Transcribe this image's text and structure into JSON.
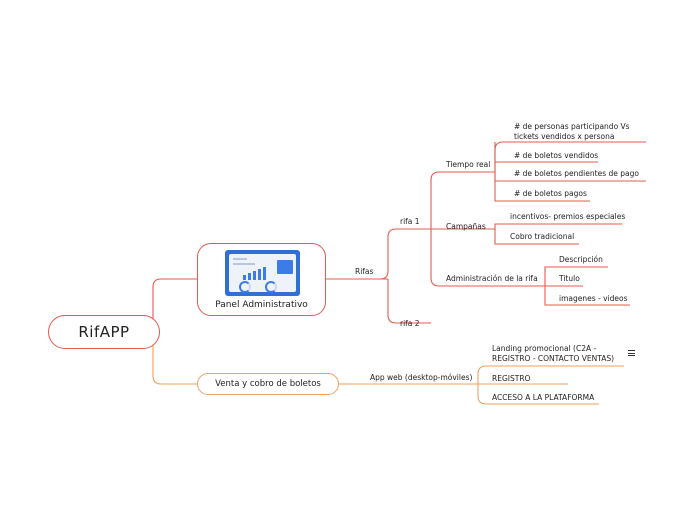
{
  "root": "RifAPP",
  "panel_label": "Panel Administrativo",
  "venta_label": "Venta y cobro de boletos",
  "rifas": "Rifas",
  "rifa1": "rifa 1",
  "rifa2": "rifa 2",
  "tiempo_real": "Tiempo real",
  "tiempo_items": [
    "# de personas participando Vs tickets vendidos x persona",
    "# de boletos vendidos",
    "# de boletos pendientes de pago",
    "# de boletos pagos"
  ],
  "campanas": "Campañas",
  "campanas_items": [
    "incentivos- premios especiales",
    "Cobro tradicional"
  ],
  "admin_rifa": "Administración de la rifa",
  "admin_items": [
    "Descripción",
    "Titulo",
    "imagenes - videos"
  ],
  "app_web": "App web (desktop-móviles)",
  "app_items": [
    "Landing promocional (C2A - REGISTRO - CONTACTO VENTAS)",
    "REGISTRO",
    "ACCESO A LA PLATAFORMA"
  ],
  "colors": {
    "red": "#e45b4f",
    "orange": "#f0a060"
  },
  "icons": [
    "dashboard-image",
    "notes-icon"
  ]
}
